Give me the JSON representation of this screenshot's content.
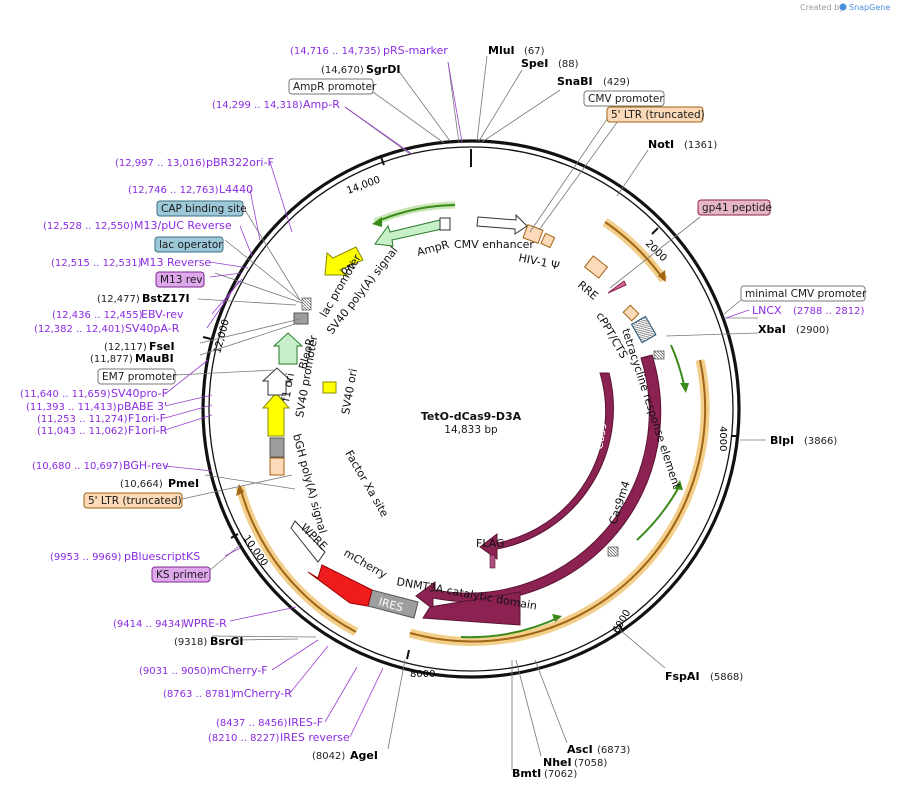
{
  "credit": {
    "text": "Created by",
    "brand": "SnapGene"
  },
  "plasmid": {
    "name": "TetO-dCas9-D3A",
    "size": "14,833 bp"
  },
  "ticks": [
    "2000",
    "4000",
    "6000",
    "8000",
    "10,000",
    "12,000",
    "14,000"
  ],
  "enzymes": [
    {
      "name": "MluI",
      "pos": "(67)"
    },
    {
      "name": "SpeI",
      "pos": "(88)"
    },
    {
      "name": "SnaBI",
      "pos": "(429)"
    },
    {
      "name": "NotI",
      "pos": "(1361)"
    },
    {
      "name": "XbaI",
      "pos": "(2900)"
    },
    {
      "name": "BlpI",
      "pos": "(3866)"
    },
    {
      "name": "FspAI",
      "pos": "(5868)"
    },
    {
      "name": "AscI",
      "pos": "(6873)"
    },
    {
      "name": "NheI",
      "pos": "(7058)"
    },
    {
      "name": "BmtI",
      "pos": "(7062)"
    },
    {
      "name": "AgeI",
      "pos": "(8042)"
    },
    {
      "name": "BsrGI",
      "pos": "(9318)"
    },
    {
      "name": "PmeI",
      "pos": "(10,664)"
    },
    {
      "name": "MauBI",
      "pos": "(11,877)"
    },
    {
      "name": "FseI",
      "pos": "(12,117)"
    },
    {
      "name": "BstZ17I",
      "pos": "(12,477)"
    },
    {
      "name": "SgrDI",
      "pos": "(14,670)"
    }
  ],
  "primers": [
    {
      "name": "pRS-marker",
      "range": "(14,716 .. 14,735)"
    },
    {
      "name": "Amp-R",
      "range": "(14,299 .. 14,318)"
    },
    {
      "name": "pBR322ori-F",
      "range": "(12,997 .. 13,016)"
    },
    {
      "name": "L4440",
      "range": "(12,746 .. 12,763)"
    },
    {
      "name": "M13/pUC Reverse",
      "range": "(12,528 .. 12,550)"
    },
    {
      "name": "M13 Reverse",
      "range": "(12,515 .. 12,531)"
    },
    {
      "name": "EBV-rev",
      "range": "(12,436 .. 12,455)"
    },
    {
      "name": "SV40pA-R",
      "range": "(12,382 .. 12,401)"
    },
    {
      "name": "SV40pro-F",
      "range": "(11,640 .. 11,659)"
    },
    {
      "name": "pBABE 3'",
      "range": "(11,393 .. 11,413)"
    },
    {
      "name": "F1ori-F",
      "range": "(11,253 .. 11,274)"
    },
    {
      "name": "F1ori-R",
      "range": "(11,043 .. 11,062)"
    },
    {
      "name": "BGH-rev",
      "range": "(10,680 .. 10,697)"
    },
    {
      "name": "pBluescriptKS",
      "range": "(9953 .. 9969)"
    },
    {
      "name": "WPRE-R",
      "range": "(9414 .. 9434)"
    },
    {
      "name": "mCherry-F",
      "range": "(9031 .. 9050)"
    },
    {
      "name": "mCherry-R",
      "range": "(8763 .. 8781)"
    },
    {
      "name": "IRES-F",
      "range": "(8437 .. 8456)"
    },
    {
      "name": "IRES reverse",
      "range": "(8210 .. 8227)"
    },
    {
      "name": "LNCX",
      "range": "(2788 .. 2812)"
    }
  ],
  "boxed": {
    "ampr_promoter": "AmpR promoter",
    "cmv_promoter": "CMV promoter",
    "ltr_top": "5' LTR (truncated)",
    "gp41": "gp41 peptide",
    "min_cmv": "minimal CMV promoter",
    "cap": "CAP binding site",
    "lac_op": "lac operator",
    "m13rev": "M13 rev",
    "em7": "EM7 promoter",
    "ltr_bottom": "5' LTR (truncated)",
    "ks": "KS primer"
  },
  "features": {
    "cmv_enhancer": "CMV enhancer",
    "hiv": "HIV-1 Ψ",
    "rre": "RRE",
    "cppt": "cPPT/CTS",
    "tre": "tetracycline response element",
    "cas9": "Cas9",
    "cas9m4": "Cas9m4",
    "flag": "FLAG",
    "dnmt3a": "DNMT3A catalytic domain",
    "ires": "IRES",
    "mcherry": "mCherry",
    "wpre": "WPRE",
    "bgh": "bGH poly(A) signal",
    "factorxa": "Factor Xa site",
    "f1ori": "f1 ori",
    "sv40prom": "SV40 promoter",
    "sv40ori": "SV40 ori",
    "bleor": "BleoR",
    "lacprom": "lac promoter",
    "sv40pa": "SV40 poly(A) signal",
    "ori": "ori",
    "ampr": "AmpR"
  }
}
